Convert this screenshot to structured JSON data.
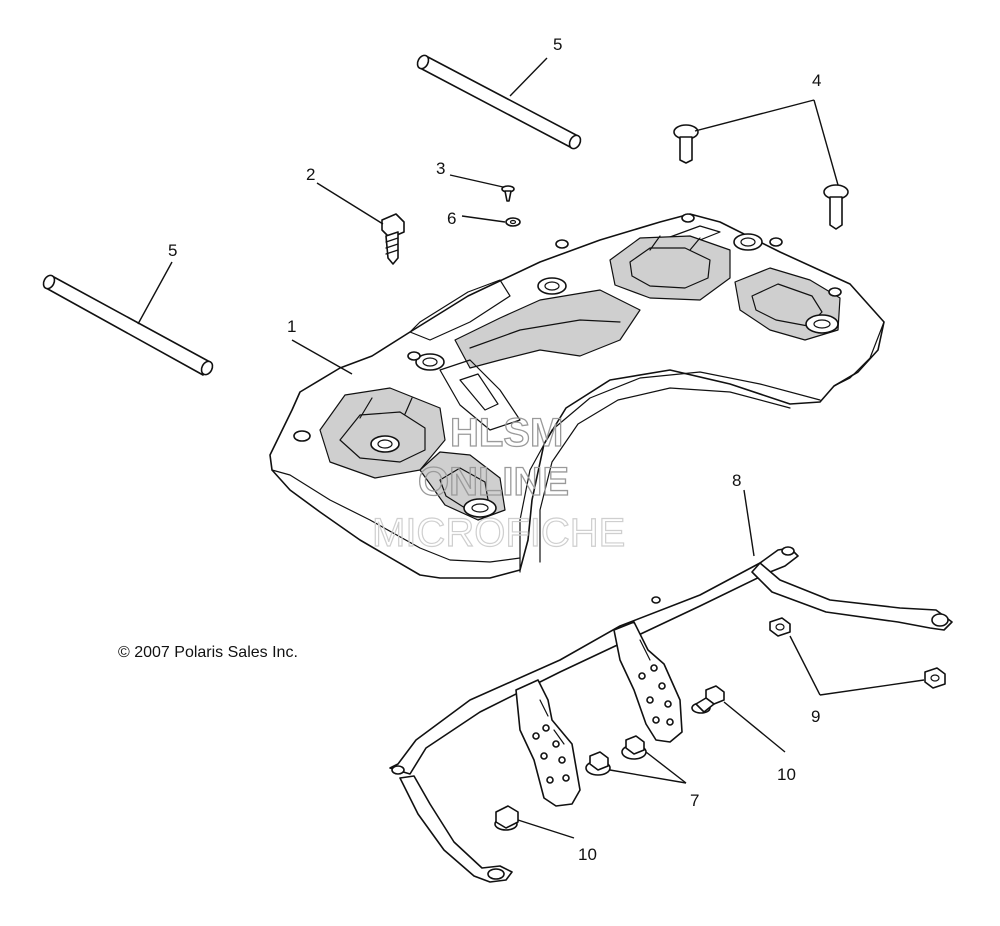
{
  "copyright": "© 2007 Polaris Sales Inc.",
  "watermark": {
    "line1": "HLSM",
    "line2": "ONLINE",
    "line3": "MICROFICHE"
  },
  "callouts": [
    {
      "id": "c1",
      "label": "1"
    },
    {
      "id": "c2",
      "label": "2"
    },
    {
      "id": "c3",
      "label": "3"
    },
    {
      "id": "c4",
      "label": "4"
    },
    {
      "id": "c5a",
      "label": "5"
    },
    {
      "id": "c5b",
      "label": "5"
    },
    {
      "id": "c6",
      "label": "6"
    },
    {
      "id": "c7",
      "label": "7"
    },
    {
      "id": "c8",
      "label": "8"
    },
    {
      "id": "c9",
      "label": "9"
    },
    {
      "id": "c10a",
      "label": "10"
    },
    {
      "id": "c10b",
      "label": "10"
    }
  ],
  "parts": [
    {
      "callout": "1",
      "name": "rack-body"
    },
    {
      "callout": "2",
      "name": "bolt"
    },
    {
      "callout": "3",
      "name": "screw"
    },
    {
      "callout": "4",
      "name": "button-head-bolt"
    },
    {
      "callout": "5",
      "name": "rod"
    },
    {
      "callout": "6",
      "name": "washer"
    },
    {
      "callout": "7",
      "name": "flange-nut"
    },
    {
      "callout": "8",
      "name": "support-bracket"
    },
    {
      "callout": "9",
      "name": "nut"
    },
    {
      "callout": "10",
      "name": "flange-bolt"
    }
  ]
}
